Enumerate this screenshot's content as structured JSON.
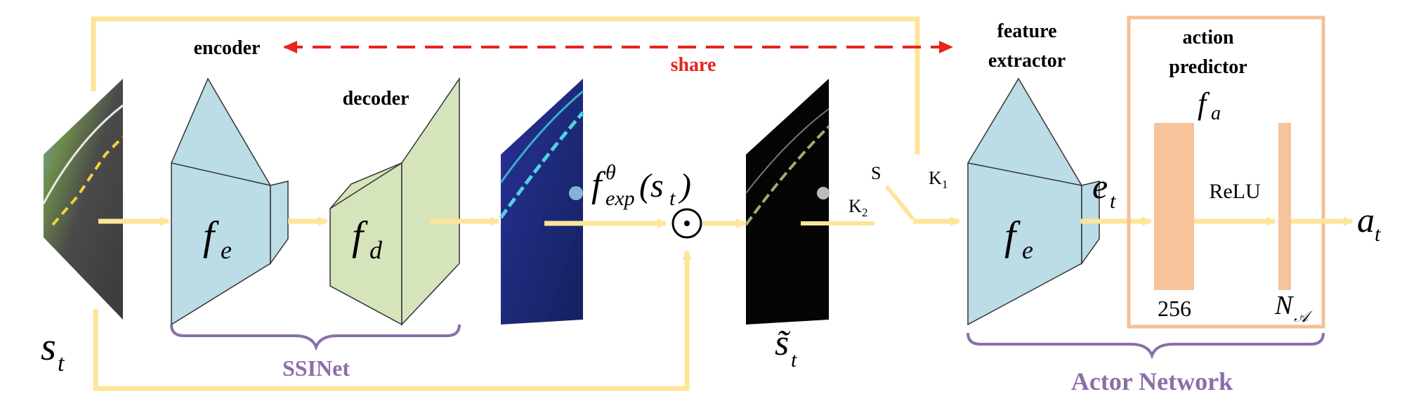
{
  "labels": {
    "encoder": "encoder",
    "decoder": "decoder",
    "share": "share",
    "feature_extractor_1": "feature",
    "feature_extractor_2": "extractor",
    "action_predictor_1": "action",
    "action_predictor_2": "predictor",
    "f_a_base": "f",
    "f_a_sub": "a",
    "f_e_base": "f",
    "f_e_sub": "e",
    "f_d_base": "f",
    "f_d_sub": "d",
    "fexp_base": "f",
    "fexp_sup": "θ",
    "fexp_sub": "exp",
    "fexp_arg_open": "(s",
    "fexp_arg_sub": "t",
    "fexp_arg_close": ")",
    "s_t_base": "s",
    "s_t_sub": "t",
    "s_tilde_base": "s̃",
    "s_tilde_sub": "t",
    "e_t_base": "e",
    "e_t_sub": "t",
    "a_t_base": "a",
    "a_t_sub": "t",
    "switch_s": "S",
    "switch_k1_base": "K",
    "switch_k1_sub": "1",
    "switch_k2_base": "K",
    "switch_k2_sub": "2",
    "relu": "ReLU",
    "dim_256": "256",
    "dim_na_base": "N",
    "dim_na_sub": "𝒜",
    "ssinet": "SSINet",
    "actor_network": "Actor Network"
  },
  "colors": {
    "arrow": "#fde59a",
    "share": "#e8231c",
    "encoder_fill": "#bcdce6",
    "decoder_fill": "#d6e4bc",
    "fc_layer": "#f7c39a",
    "predictor_box": "#f5c095",
    "brace": "#8a6fa8",
    "brace_text": "#8a6fa8"
  },
  "icons": {
    "multiply": "circled-dot-icon"
  }
}
